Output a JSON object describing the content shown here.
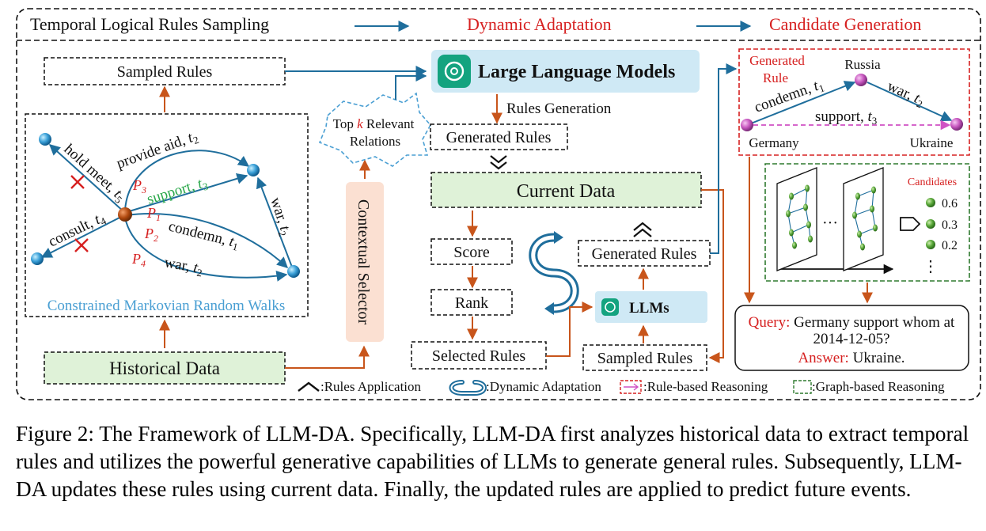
{
  "header": {
    "temporal_sampling": "Temporal Logical Rules Sampling",
    "dynamic_adaptation": "Dynamic Adaptation",
    "candidate_generation": "Candidate Generation"
  },
  "left": {
    "sampled_rules": "Sampled Rules",
    "walks_label": "Constrained Markovian Random Walks",
    "historical_data": "Historical Data",
    "contextual_selector": "Contextual Selector",
    "top_k_prefix": "Top",
    "top_k_k": "k",
    "top_k_suffix": "Relevant",
    "relations": "Relations"
  },
  "graph": {
    "edges": {
      "hold_meet": "hold meet,",
      "hold_meet_t": "t",
      "hold_meet_sub": "5",
      "provide_aid": "provide aid,",
      "provide_aid_t": "t",
      "provide_aid_sub": "2",
      "support": "support,",
      "support_t": "t",
      "support_sub": "3",
      "condemn": "condemn,",
      "condemn_t": "t",
      "condemn_sub": "1",
      "consult": "consult,",
      "consult_t": "t",
      "consult_sub": "4",
      "war": "war,",
      "war_t": "t",
      "war_sub": "2",
      "war_right": "war,",
      "war_right_t": "t",
      "war_right_sub": "2"
    },
    "paths": {
      "p": "P",
      "p1": "1",
      "p2": "2",
      "p3": "3",
      "p4": "4"
    }
  },
  "middle": {
    "llm_title": "Large Language Models",
    "rules_generation": "Rules Generation",
    "generated_rules_top": "Generated Rules",
    "current_data": "Current Data",
    "score": "Score",
    "rank": "Rank",
    "selected_rules": "Selected Rules",
    "llms": "LLMs",
    "generated_rules_mid": "Generated Rules",
    "sampled_rules_bottom": "Sampled Rules"
  },
  "right": {
    "generated": "Generated",
    "rule": "Rule",
    "russia": "Russia",
    "germany": "Germany",
    "ukraine": "Ukraine",
    "condemn": "condemn,",
    "condemn_t": "t",
    "condemn_sub": "1",
    "war": "war,",
    "war_t": "t",
    "war_sub": "2",
    "support": "support,",
    "support_t": "t",
    "support_sub": "3",
    "ellipsis": "···",
    "candidates_label": "Candidates",
    "candidates": [
      {
        "score": "0.6"
      },
      {
        "score": "0.3"
      },
      {
        "score": "0.2"
      }
    ],
    "vdots": "⋮",
    "query_label": "Query:",
    "query_text": "Germany support whom at",
    "query_date": "2014-12-05?",
    "answer_label": "Answer:",
    "answer_text": "Ukraine."
  },
  "legend": {
    "rules_application": ":Rules Application",
    "dynamic_adaptation": ":Dynamic Adaptation",
    "rule_based": ":Rule-based Reasoning",
    "graph_based": ":Graph-based Reasoning"
  },
  "caption": "Figure 2: The Framework of LLM-DA. Specifically, LLM-DA first analyzes historical data to extract temporal rules and utilizes the powerful generative capabilities of LLMs to generate general rules. Subsequently, LLM-DA updates these rules using current data. Finally, the updated rules are applied to predict future events.",
  "colors": {
    "red": "#d62020",
    "blue": "#1f6e9c",
    "orange": "#c8551b",
    "green_fill": "#dff2d8",
    "blue_fill": "#cfe9f5",
    "peach_fill": "#fbe0d2",
    "walk_label": "#4a9fd3",
    "support_green": "#2aa84a",
    "dark_green": "#2e7a2e"
  }
}
